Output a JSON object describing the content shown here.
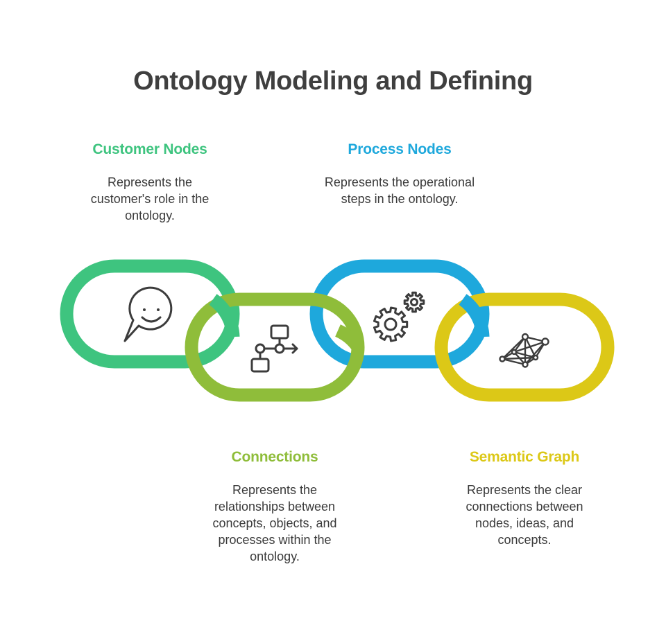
{
  "title": "Ontology Modeling and Defining",
  "colors": {
    "green": "#3ec47f",
    "lime": "#8fbd3a",
    "blue": "#1ea8dc",
    "yellow": "#dcc817",
    "icon": "#3c3c3c",
    "text": "#3a3a3a"
  },
  "items": [
    {
      "heading": "Customer Nodes",
      "description": "Represents the customer's role in the ontology.",
      "icon": "speech-bubble-smile-icon",
      "color": "#3ec47f"
    },
    {
      "heading": "Connections",
      "description": "Represents the relationships between concepts, objects, and processes within the ontology.",
      "icon": "flowchart-icon",
      "color": "#8fbd3a"
    },
    {
      "heading": "Process Nodes",
      "description": "Represents the operational steps in the ontology.",
      "icon": "gears-icon",
      "color": "#1ea8dc"
    },
    {
      "heading": "Semantic Graph",
      "description": "Represents the clear connections between nodes, ideas, and concepts.",
      "icon": "network-graph-icon",
      "color": "#dcc817"
    }
  ]
}
